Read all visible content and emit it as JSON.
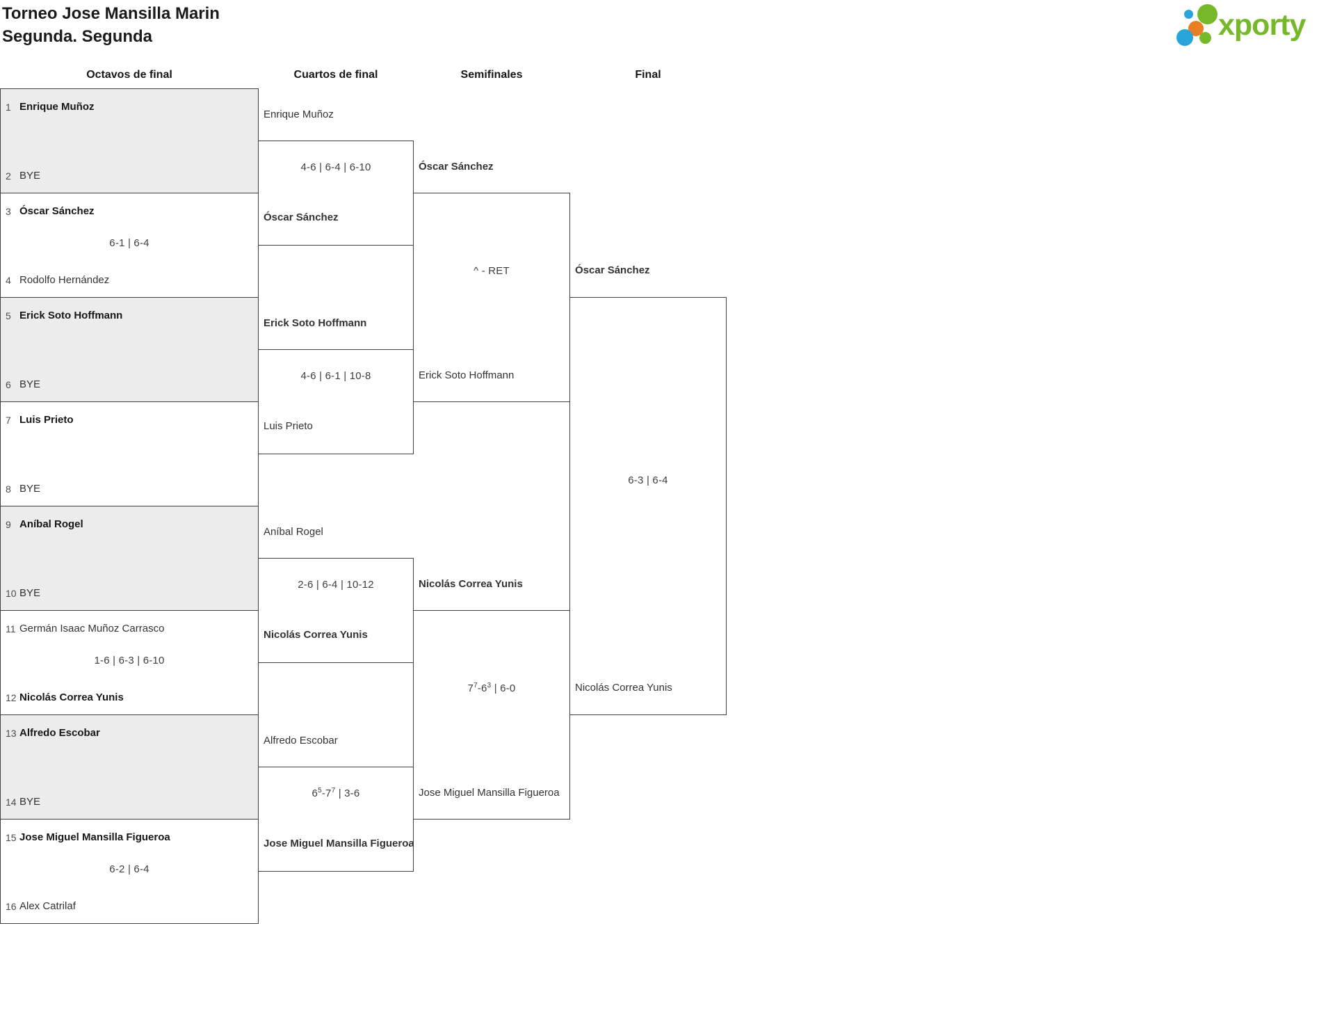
{
  "title": {
    "line1": "Torneo Jose Mansilla Marin",
    "line2": "Segunda. Segunda"
  },
  "logo": {
    "wordmark": "xporty",
    "colors": {
      "green": "#76b82a",
      "blue": "#2aa5dc",
      "orange": "#e97e23"
    }
  },
  "rounds": [
    {
      "label": "Octavos de final"
    },
    {
      "label": "Cuartos de final"
    },
    {
      "label": "Semifinales"
    },
    {
      "label": "Final"
    }
  ],
  "bracket": {
    "round16": [
      {
        "seed_top": "1",
        "top": "Enrique Muñoz",
        "top_winner": true,
        "seed_bottom": "2",
        "bottom": "BYE",
        "bottom_winner": false,
        "score": ""
      },
      {
        "seed_top": "3",
        "top": "Óscar Sánchez",
        "top_winner": true,
        "seed_bottom": "4",
        "bottom": "Rodolfo Hernández",
        "bottom_winner": false,
        "score": "6-1 | 6-4"
      },
      {
        "seed_top": "5",
        "top": "Erick Soto Hoffmann",
        "top_winner": true,
        "seed_bottom": "6",
        "bottom": "BYE",
        "bottom_winner": false,
        "score": ""
      },
      {
        "seed_top": "7",
        "top": "Luis Prieto",
        "top_winner": true,
        "seed_bottom": "8",
        "bottom": "BYE",
        "bottom_winner": false,
        "score": ""
      },
      {
        "seed_top": "9",
        "top": "Aníbal Rogel",
        "top_winner": true,
        "seed_bottom": "10",
        "bottom": "BYE",
        "bottom_winner": false,
        "score": ""
      },
      {
        "seed_top": "11",
        "top": "Germán Isaac Muñoz Carrasco",
        "top_winner": false,
        "seed_bottom": "12",
        "bottom": "Nicolás Correa Yunis",
        "bottom_winner": true,
        "score": "1-6 | 6-3 | 6-10"
      },
      {
        "seed_top": "13",
        "top": "Alfredo Escobar",
        "top_winner": true,
        "seed_bottom": "14",
        "bottom": "BYE",
        "bottom_winner": false,
        "score": ""
      },
      {
        "seed_top": "15",
        "top": "Jose Miguel Mansilla Figueroa",
        "top_winner": true,
        "seed_bottom": "16",
        "bottom": "Alex Catrilaf",
        "bottom_winner": false,
        "score": "6-2 | 6-4"
      }
    ],
    "quarterfinals": [
      {
        "top": "Enrique Muñoz",
        "top_winner": false,
        "bottom": "Óscar Sánchez",
        "bottom_winner": true,
        "score": "4-6 | 6-4 | 6-10"
      },
      {
        "top": "Erick Soto Hoffmann",
        "top_winner": true,
        "bottom": "Luis Prieto",
        "bottom_winner": false,
        "score": "4-6 | 6-1 | 10-8"
      },
      {
        "top": "Aníbal Rogel",
        "top_winner": false,
        "bottom": "Nicolás Correa Yunis",
        "bottom_winner": true,
        "score": "2-6 | 6-4 | 10-12"
      },
      {
        "top": "Alfredo Escobar",
        "top_winner": false,
        "bottom": "Jose Miguel Mansilla Figueroa",
        "bottom_winner": true,
        "score": "6^5-7^7 | 3-6"
      }
    ],
    "semifinals": [
      {
        "top": "Óscar Sánchez",
        "top_winner": true,
        "bottom": "Erick Soto Hoffmann",
        "bottom_winner": false,
        "score": "^ - RET"
      },
      {
        "top": "Nicolás Correa Yunis",
        "top_winner": true,
        "bottom": "Jose Miguel Mansilla Figueroa",
        "bottom_winner": false,
        "score": "7^7-6^3 | 6-0"
      }
    ],
    "final": [
      {
        "top": "Óscar Sánchez",
        "top_winner": true,
        "bottom": "Nicolás Correa Yunis",
        "bottom_winner": false,
        "score": "6-3 | 6-4"
      }
    ]
  }
}
